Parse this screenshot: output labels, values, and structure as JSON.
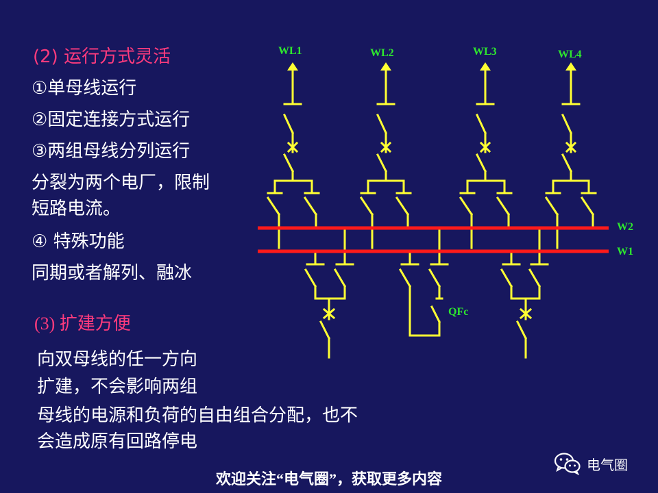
{
  "left_text": {
    "section2_title": "(2) 运行方式灵活",
    "item1": "①单母线运行",
    "item2": "②固定连接方式运行",
    "item3": "③两组母线分列运行",
    "note_line1": "分裂为两个电厂，限制",
    "note_line2": "短路电流。",
    "item4": "④  特殊功能",
    "item4_desc": "同期或者解列、融冰",
    "section3_title": "(3) 扩建方便",
    "ext_line1": "向双母线的任一方向",
    "ext_line2": "扩建，不会影响两组",
    "ext_line3": "母线的电源和负荷的自由组合分配，也不",
    "ext_line4": "会造成原有回路停电"
  },
  "diagram": {
    "feeders": [
      "WL1",
      "WL2",
      "WL3",
      "WL4"
    ],
    "bus_upper": "W2",
    "bus_lower": "W1",
    "coupler": "QFc",
    "colors": {
      "conductor": "#ffff33",
      "bus": "#ff1a1a",
      "label": "#2ee82e"
    }
  },
  "footer": "欢迎关注“电气圈”，获取更多内容",
  "brand": {
    "name": "电气圈",
    "icon": "wechat-icon"
  }
}
